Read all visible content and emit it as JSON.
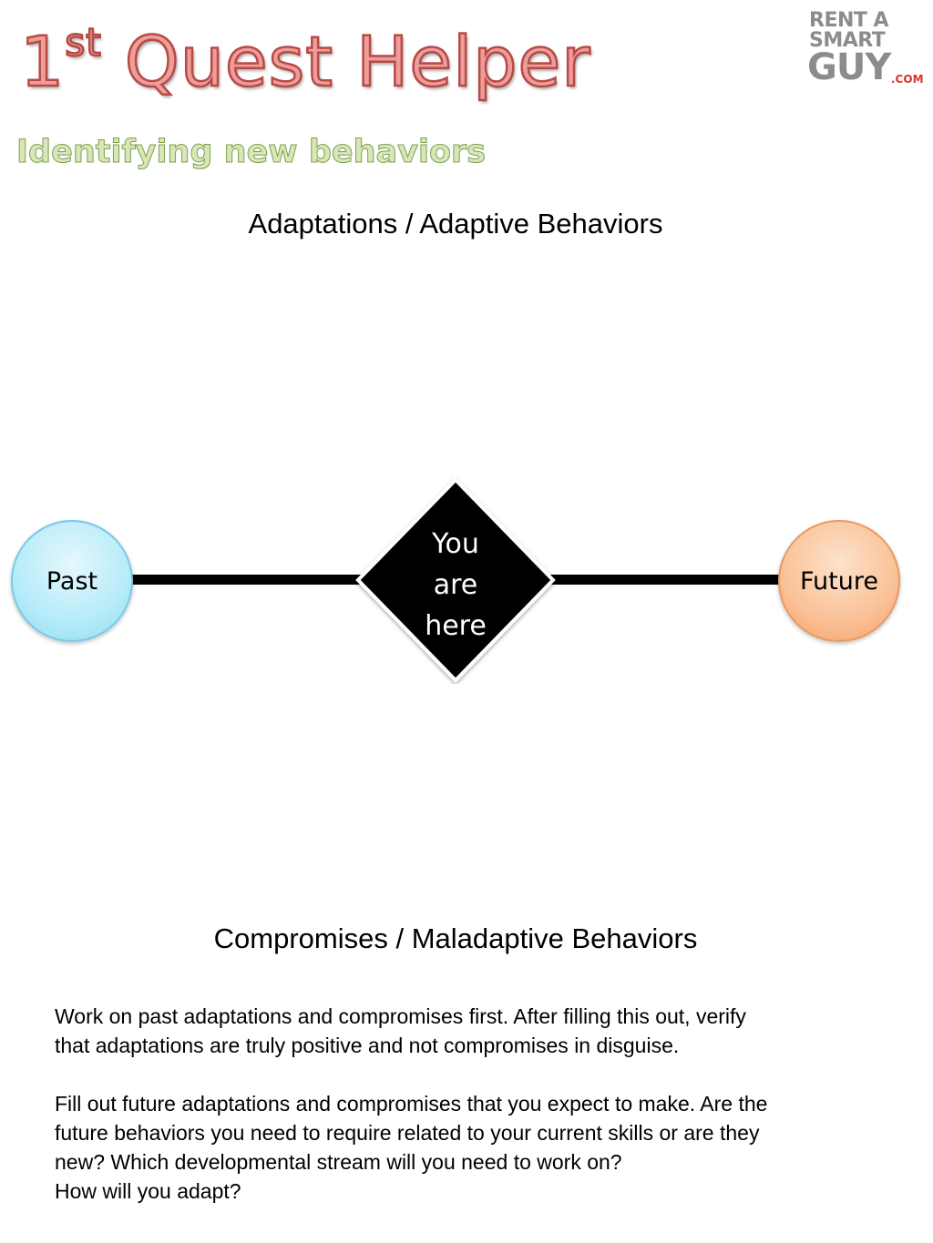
{
  "header": {
    "title_prefix": "1",
    "title_sup": "st",
    "title_main": " Quest Helper",
    "subtitle": "Identifying new behaviors"
  },
  "logo": {
    "line1": "RENT A",
    "line2": "SMART",
    "line3": "GUY",
    "line4": ".COM"
  },
  "diagram": {
    "top_label": "Adaptations / Adaptive Behaviors",
    "bottom_label": "Compromises / Maladaptive Behaviors",
    "past_label": "Past",
    "future_label": "Future",
    "center_lines": [
      "You",
      "are",
      "here"
    ]
  },
  "instructions": {
    "para1_line1": "Work on past adaptations and compromises first. After filling this out, verify",
    "para1_line2": "that adaptations are truly positive and not compromises in disguise.",
    "para2_line1": "Fill out future adaptations and compromises that you expect to make. Are the",
    "para2_line2": "future behaviors you need to require related to your current skills or are they",
    "para2_line3": "new? Which developmental stream will you need to work on?",
    "para2_line4": "How will you adapt?"
  },
  "colors": {
    "title_fill": "#ed9e9a",
    "title_outline": "#b84a45",
    "subtitle_fill": "#d6e7b8",
    "past_node": "#b6ebf9",
    "future_node": "#fac196",
    "diamond": "#000000",
    "logo_gray": "#8c8c8c",
    "logo_red": "#d9342b"
  }
}
